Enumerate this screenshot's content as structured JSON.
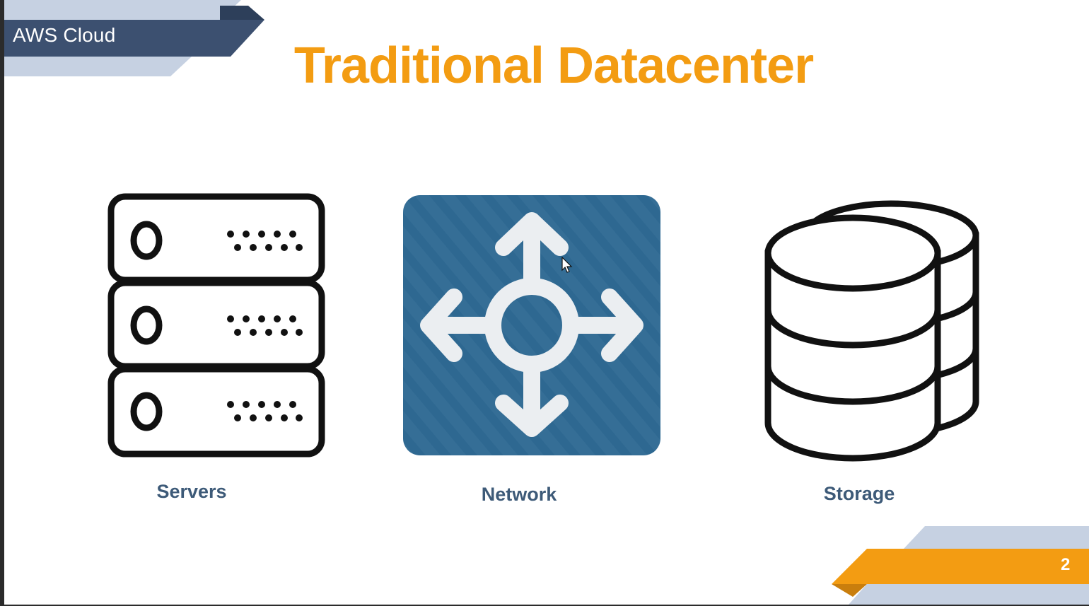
{
  "header": {
    "section_label": "AWS Cloud"
  },
  "slide": {
    "title": "Traditional Datacenter",
    "page_number": "2",
    "items": [
      {
        "label": "Servers",
        "icon": "server-rack-icon"
      },
      {
        "label": "Network",
        "icon": "network-switch-icon"
      },
      {
        "label": "Storage",
        "icon": "database-storage-icon"
      }
    ]
  },
  "colors": {
    "title": "#f39c12",
    "caption": "#3d5a78",
    "banner_dark": "#3c5070",
    "banner_light": "#c6d1e2",
    "footer_orange": "#f39c12",
    "network_tile": "#2f6a92"
  }
}
